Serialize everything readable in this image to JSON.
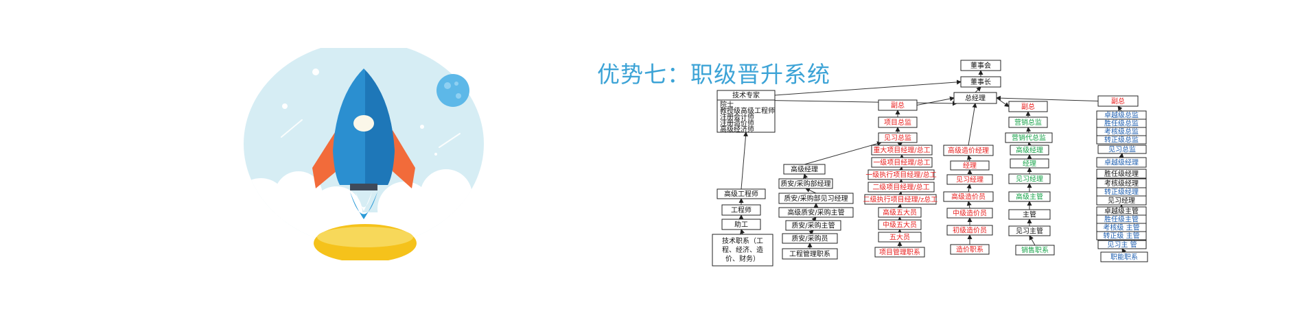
{
  "title": "优势七：职级晋升系统",
  "colors": {
    "title": "#3ca3d6",
    "black": "#111111",
    "red": "#e8201f",
    "green": "#18a34a",
    "blue": "#1f5fb0"
  },
  "illustration": {
    "name": "rocket-launch-illustration"
  },
  "org_chart": {
    "nodes": [
      {
        "id": "board",
        "label": "董事会",
        "color": "black"
      },
      {
        "id": "chairman",
        "label": "董事长",
        "color": "black"
      },
      {
        "id": "gm",
        "label": "总经理",
        "color": "black"
      },
      {
        "id": "expert",
        "label": "技术专家",
        "color": "black"
      },
      {
        "id": "expert_items",
        "lines": [
          "院士",
          "教授级高级工程师",
          "注册会计师",
          "注册造价师",
          "高级经济师"
        ],
        "color": "black"
      },
      {
        "id": "vp1",
        "label": "副总",
        "color": "red"
      },
      {
        "id": "proj_dir",
        "label": "项目总监",
        "color": "red"
      },
      {
        "id": "intern_dir",
        "label": "见习总监",
        "color": "red"
      },
      {
        "id": "pm_major",
        "label": "重大项目经理/总工",
        "color": "red"
      },
      {
        "id": "pm1",
        "label": "一级项目经理/总工",
        "color": "red"
      },
      {
        "id": "pm1_exec",
        "label": "一级执行项目经理/总工",
        "color": "red"
      },
      {
        "id": "pm2",
        "label": "二级项目经理/总工",
        "color": "red"
      },
      {
        "id": "pm2_exec",
        "label": "二级执行项目经理/z总工",
        "color": "red"
      },
      {
        "id": "five_senior",
        "label": "高级五大员",
        "color": "red"
      },
      {
        "id": "five_mid",
        "label": "中级五大员",
        "color": "red"
      },
      {
        "id": "five",
        "label": "五大员",
        "color": "red"
      },
      {
        "id": "pm_track",
        "label": "项目管理职系",
        "color": "red"
      },
      {
        "id": "cost_senior_mgr",
        "label": "高级造价经理",
        "color": "red"
      },
      {
        "id": "cost_mgr",
        "label": "经理",
        "color": "red"
      },
      {
        "id": "cost_intern_mgr",
        "label": "见习经理",
        "color": "red"
      },
      {
        "id": "cost_senior",
        "label": "高级造价员",
        "color": "red"
      },
      {
        "id": "cost_mid",
        "label": "中级造价员",
        "color": "red"
      },
      {
        "id": "cost_junior",
        "label": "初级造价员",
        "color": "red"
      },
      {
        "id": "cost_track",
        "label": "造价职系",
        "color": "red"
      },
      {
        "id": "vp2",
        "label": "副总",
        "color": "red"
      },
      {
        "id": "sales_dir",
        "label": "营销总监",
        "color": "green"
      },
      {
        "id": "sales_acting",
        "label": "营销代总监",
        "color": "green"
      },
      {
        "id": "sales_senior_mgr",
        "label": "高级经理",
        "color": "green"
      },
      {
        "id": "sales_mgr",
        "label": "经理",
        "color": "green"
      },
      {
        "id": "sales_intern_mgr",
        "label": "见习经理",
        "color": "green"
      },
      {
        "id": "sales_senior_sup",
        "label": "高级主管",
        "color": "green"
      },
      {
        "id": "sales_sup",
        "label": "主管",
        "color": "black"
      },
      {
        "id": "sales_intern_sup",
        "label": "见习主管",
        "color": "black"
      },
      {
        "id": "sales_track",
        "label": "销售职系",
        "color": "green"
      },
      {
        "id": "vp3",
        "label": "副总",
        "color": "red"
      },
      {
        "id": "f_dir1",
        "label": "卓越级总监",
        "color": "blue"
      },
      {
        "id": "f_dir2",
        "label": "胜任级总监",
        "color": "blue"
      },
      {
        "id": "f_dir3",
        "label": "考核级总监",
        "color": "blue"
      },
      {
        "id": "f_dir4",
        "label": "转正级总监",
        "color": "blue"
      },
      {
        "id": "f_dir5",
        "label": "见习总监",
        "color": "blue"
      },
      {
        "id": "f_mgr1",
        "label": "卓越级经理",
        "color": "blue"
      },
      {
        "id": "f_mgr2",
        "label": "胜任级经理",
        "color": "black"
      },
      {
        "id": "f_mgr3",
        "label": "考核级经理",
        "color": "black"
      },
      {
        "id": "f_mgr4",
        "label": "转正级经理",
        "color": "blue"
      },
      {
        "id": "f_mgr5",
        "label": "见习经理",
        "color": "black"
      },
      {
        "id": "f_sup1",
        "label": "卓越级主管",
        "color": "black"
      },
      {
        "id": "f_sup2",
        "label": "胜任级主管",
        "color": "blue"
      },
      {
        "id": "f_sup3",
        "label": "考核级 主管",
        "color": "blue"
      },
      {
        "id": "f_sup4",
        "label": "转正级 主管",
        "color": "blue"
      },
      {
        "id": "f_sup5",
        "label": "见习主 管",
        "color": "blue"
      },
      {
        "id": "f_track",
        "label": "职能职系",
        "color": "blue"
      },
      {
        "id": "senior_eng",
        "label": "高级工程师",
        "color": "black"
      },
      {
        "id": "engineer",
        "label": "工程师",
        "color": "black"
      },
      {
        "id": "assistant",
        "label": "助工",
        "color": "black"
      },
      {
        "id": "tech_track",
        "lines": [
          "技术职系（工",
          "程、经济、造",
          "价、财务）"
        ],
        "color": "black"
      },
      {
        "id": "q_senior_mgr",
        "label": "高级经理",
        "color": "black"
      },
      {
        "id": "q_dept_mgr",
        "label": "质安/采购部经理",
        "color": "black"
      },
      {
        "id": "q_dept_intern",
        "label": "质安/采购部见习经理",
        "color": "black"
      },
      {
        "id": "q_senior_sup",
        "label": "高级质安/采购主管",
        "color": "black"
      },
      {
        "id": "q_sup",
        "label": "质安/采购主管",
        "color": "black"
      },
      {
        "id": "q_staff",
        "label": "质安/采购员",
        "color": "black"
      },
      {
        "id": "eng_track",
        "label": "工程管理职系",
        "color": "black"
      }
    ]
  }
}
